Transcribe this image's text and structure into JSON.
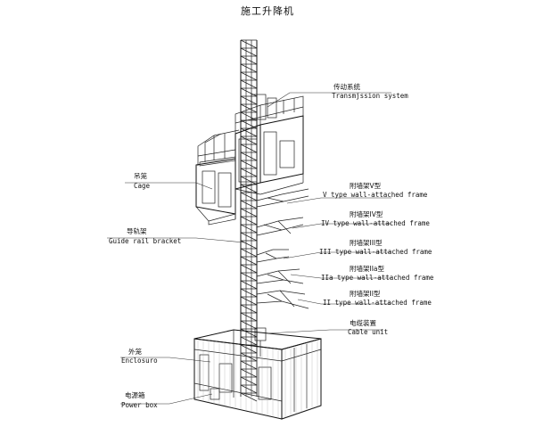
{
  "title": "施工升降机",
  "labels": {
    "transmission": {
      "zh": "传动系统",
      "en": "Transmjssion system"
    },
    "cage": {
      "zh": "吊笼",
      "en": "Cage"
    },
    "frame_v": {
      "zh": "附墙架V型",
      "en": "V type wall-attached frame"
    },
    "guide": {
      "zh": "导轨架",
      "en": "Guide rail bracket"
    },
    "frame_iv": {
      "zh": "附墙架IV型",
      "en": "IV type wall-attached frame"
    },
    "frame_iii": {
      "zh": "附墙架III型",
      "en": "III type wall-attached frame"
    },
    "frame_iia": {
      "zh": "附墙架IIa型",
      "en": "IIa type wall-attached frame"
    },
    "frame_ii": {
      "zh": "附墙架II型",
      "en": "II type wall-attached frame"
    },
    "cable": {
      "zh": "电缆装置",
      "en": "Cable unit"
    },
    "enclosure": {
      "zh": "外笼",
      "en": "Enclosuro"
    },
    "power": {
      "zh": "电源箱",
      "en": "Power box"
    }
  }
}
